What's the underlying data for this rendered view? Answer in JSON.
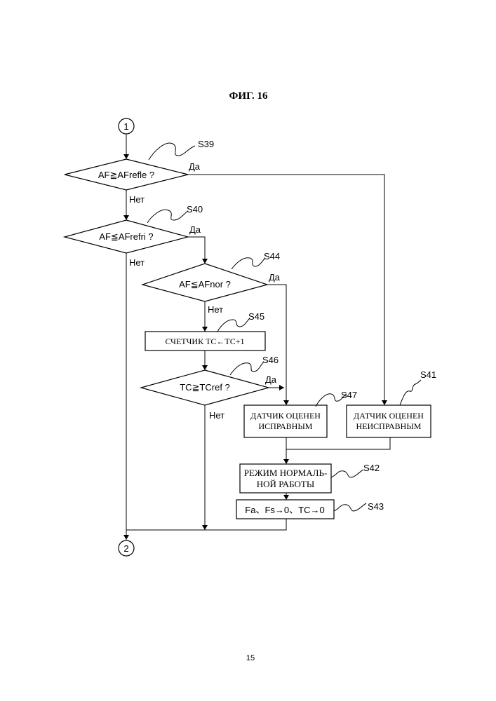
{
  "title": "ФИГ. 16",
  "page_number": "15",
  "connectors": {
    "start": "1",
    "end": "2"
  },
  "decisions": {
    "s39": {
      "step": "S39",
      "text": "AF≧AFrefle ?",
      "yes": "Да",
      "no": "Нет"
    },
    "s40": {
      "step": "S40",
      "text": "AF≦AFrefri ?",
      "yes": "Да",
      "no": "Нет"
    },
    "s44": {
      "step": "S44",
      "text": "AF≦AFnor ?",
      "yes": "Да",
      "no": "Нет"
    },
    "s46": {
      "step": "S46",
      "text": "TC≧TCref ?",
      "yes": "Да",
      "no": "Нет"
    }
  },
  "processes": {
    "s45": {
      "step": "S45",
      "text": "СЧЕТЧИК TC←TC+1"
    },
    "s47": {
      "step": "S47",
      "line1": "ДАТЧИК ОЦЕНЕН",
      "line2": "ИСПРАВНЫМ"
    },
    "s41": {
      "step": "S41",
      "line1": "ДАТЧИК ОЦЕНЕН",
      "line2": "НЕИСПРАВНЫМ"
    },
    "s42": {
      "step": "S42",
      "line1": "РЕЖИМ НОРМАЛЬ-",
      "line2": "НОЙ РАБОТЫ"
    },
    "s43": {
      "step": "S43",
      "text": "Fa、Fs→0、TC→0"
    }
  }
}
